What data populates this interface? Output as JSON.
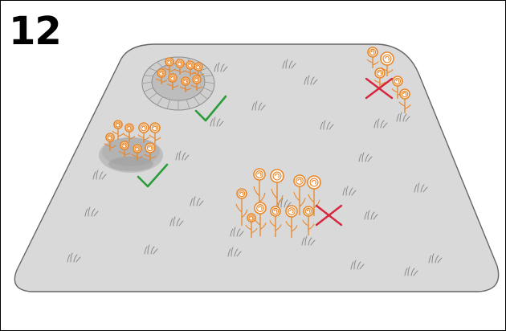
{
  "step": {
    "number": "12"
  },
  "colors": {
    "lawn_fill": "#d9d9d9",
    "lawn_stroke": "#666666",
    "grass": "#8a8a8a",
    "flower": "#e8862a",
    "ok_check": "#2a9d3a",
    "bad_cross": "#d7263d",
    "stone_ring": "#c8c8c8",
    "hole_shadow": "#a8a8a8"
  },
  "icons": [
    "check-icon",
    "cross-icon",
    "flower-icon",
    "grass-tuft-icon"
  ],
  "scene": {
    "lawn": "lawn-area",
    "zones": [
      {
        "name": "flowers-in-stone-bordered-bed",
        "verdict": "correct"
      },
      {
        "name": "flowers-in-sunken-bed",
        "verdict": "correct"
      },
      {
        "name": "flowers-in-lawn-corner",
        "verdict": "incorrect"
      },
      {
        "name": "flowers-scattered-in-lawn",
        "verdict": "incorrect"
      }
    ]
  }
}
